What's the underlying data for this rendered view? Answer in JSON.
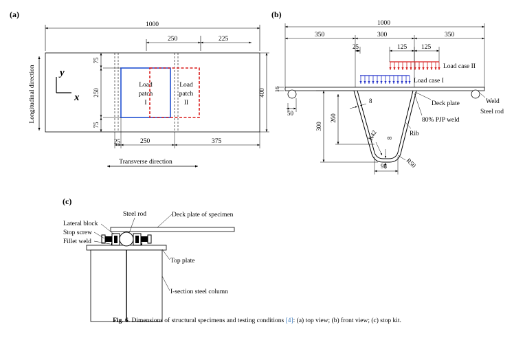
{
  "panels": {
    "a": {
      "label": "(a)",
      "dim_total": "1000",
      "dim_250_top": "250",
      "dim_225": "225",
      "dim_75_top": "75",
      "dim_250_left": "250",
      "dim_75_bottom": "75",
      "dim_400": "400",
      "dim_25": "25",
      "dim_250_bottom": "250",
      "dim_375": "375",
      "longitudinal": "Longitudinal direction",
      "transverse": "Transverse direction",
      "axis_y": "y",
      "axis_x": "x",
      "patch1": [
        "Load",
        "patch",
        "I"
      ],
      "patch2": [
        "Load",
        "patch",
        "II"
      ],
      "colors": {
        "patch1": "#1f4fd1",
        "patch2": "#d91a1a"
      }
    },
    "b": {
      "label": "(b)",
      "dim_total": "1000",
      "dim_350_left": "350",
      "dim_300": "300",
      "dim_350_right": "350",
      "dim_25": "25",
      "dim_125_a": "125",
      "dim_125_b": "125",
      "load_case_2": "Load case II",
      "load_case_1": "Load case I",
      "dim_16": "16",
      "dim_50": "50",
      "dim_8_top": "8",
      "dim_300_v": "300",
      "dim_260": "260",
      "r42": "R42",
      "dim_8_bottom": "8",
      "dim_98": "98",
      "r50": "R50",
      "deck_plate": "Deck plate",
      "weld_label": "80% PJP weld",
      "rib": "Rib",
      "weld": "Weld",
      "steel_rod": "Steel rod",
      "colors": {
        "case1": "#2230c9",
        "case2": "#d61c1c"
      }
    },
    "c": {
      "label": "(c)",
      "steel_rod": "Steel rod",
      "deck_plate": "Deck plate of specimen",
      "lateral_block": "Lateral block",
      "stop_screw": "Stop screw",
      "fillet_weld": "Fillet weld",
      "top_plate": "Top plate",
      "column": "I-section steel column"
    }
  },
  "caption": {
    "fig": "Fig. 6.",
    "text_before": " Dimensions of structural specimens and testing conditions ",
    "ref": "[4]",
    "text_after": ": (a) top view; (b) front view; (c) stop kit."
  }
}
